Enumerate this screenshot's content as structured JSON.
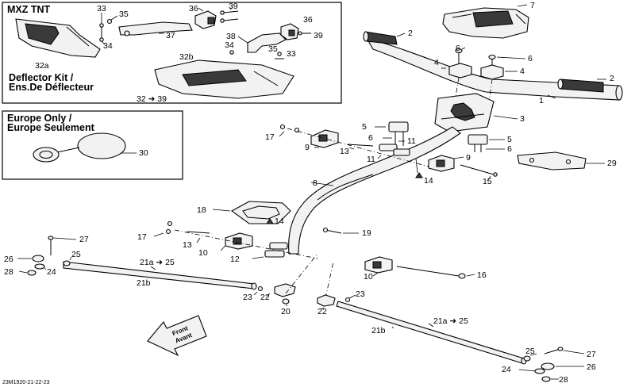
{
  "boxes": {
    "deflector": {
      "model": "MXZ TNT",
      "title_line1": "Deflector Kit /",
      "title_line2": "Ens.De Déflecteur",
      "range_label": "32 ➜ 39"
    },
    "europe": {
      "title_line1": "Europe Only /",
      "title_line2": "Europe Seulement"
    }
  },
  "front_arrow": {
    "line1": "Front",
    "line2": "Avant"
  },
  "reference_code": "23M1920-21-22-23",
  "callouts": {
    "c1": "1",
    "c2a": "2",
    "c2b": "2",
    "c3": "3",
    "c4a": "4",
    "c4b": "4",
    "c5a": "5",
    "c5b": "5",
    "c6a": "6",
    "c6b": "6",
    "c6c": "6",
    "c6d": "6",
    "c7": "7",
    "c8": "8",
    "c9a": "9",
    "c9b": "9",
    "c10a": "10",
    "c10b": "10",
    "c11a": "11",
    "c11b": "11",
    "c12": "12",
    "c13a": "13",
    "c13b": "13",
    "c14a": "14",
    "c14b": "14",
    "c15": "15",
    "c16": "16",
    "c17a": "17",
    "c17b": "17",
    "c18": "18",
    "c19": "19",
    "c20": "20",
    "c21a1": "21a ➜ 25",
    "c21a2": "21a ➜ 25",
    "c21b1": "21b",
    "c21b2": "21b",
    "c22a": "22",
    "c22b": "22",
    "c23a": "23",
    "c23b": "23",
    "c24a": "24",
    "c24b": "24",
    "c25a": "25",
    "c25b": "25",
    "c26a": "26",
    "c26b": "26",
    "c27a": "27",
    "c27b": "27",
    "c28a": "28",
    "c28b": "28",
    "c29": "29",
    "c30": "30",
    "c32a": "32a",
    "c32b": "32b",
    "c33a": "33",
    "c33b": "33",
    "c34a": "34",
    "c34b": "34",
    "c35a": "35",
    "c35b": "35",
    "c36a": "36",
    "c36b": "36",
    "c37": "37",
    "c38": "38",
    "c39a": "39",
    "c39b": "39"
  },
  "colors": {
    "line": "#000000",
    "part_fill": "#f2f2f2",
    "dark_fill": "#3a3a3a"
  }
}
